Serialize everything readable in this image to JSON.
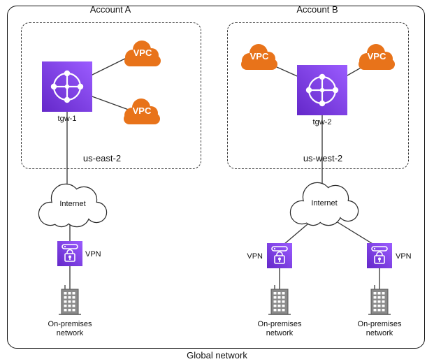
{
  "labels": {
    "global": "Global network",
    "account_a": "Account A",
    "account_b": "Account B",
    "region_a": "us-east-2",
    "region_b": "us-west-2",
    "tgw_a": "tgw-1",
    "tgw_b": "tgw-2",
    "vpc": "VPC",
    "internet": "Internet",
    "vpn": "VPN",
    "onprem": "On-premises network"
  },
  "colors": {
    "vpc_orange": "#E8731A",
    "gateway_purple_dark": "#6428c9",
    "gateway_purple_light": "#9b5cff",
    "building_gray": "#8A8A8A",
    "line": "#333333"
  }
}
